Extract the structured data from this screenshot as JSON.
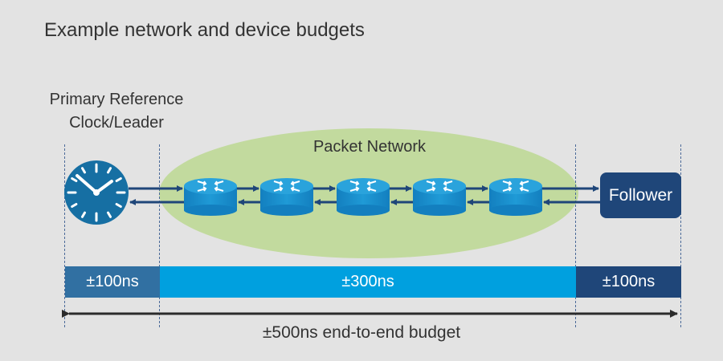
{
  "title": "Example network and device budgets",
  "leader": {
    "label_line1": "Primary Reference",
    "label_line2": "Clock/Leader",
    "icon": "clock-icon"
  },
  "network": {
    "label": "Packet Network",
    "router_count": 5,
    "router_icon": "router-icon"
  },
  "follower": {
    "label": "Follower"
  },
  "budgets": [
    {
      "label": "±100ns",
      "color": "#3170a2"
    },
    {
      "label": "±300ns",
      "color": "#00a0df"
    },
    {
      "label": "±100ns",
      "color": "#1f4679"
    }
  ],
  "end_to_end": {
    "label": "±500ns end-to-end budget"
  },
  "colors": {
    "background": "#e3e3e3",
    "network_fill": "#c2da9e",
    "router": "#1a8fcc",
    "arrow": "#1f4679",
    "clock": "#166fa3"
  }
}
